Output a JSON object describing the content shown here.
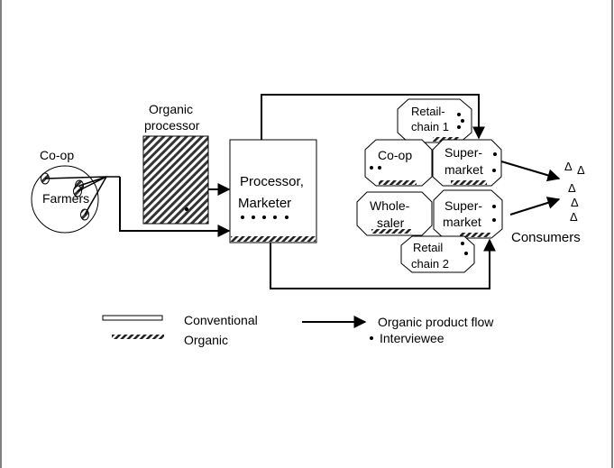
{
  "nodes": {
    "coop": "Co-op",
    "farmers": "Farmers",
    "organic_processor": [
      "Organic",
      "processor"
    ],
    "processor_marketer": [
      "Processor,",
      "Marketer"
    ],
    "retail_chain_1": [
      "Retail-",
      "chain 1"
    ],
    "coop_store": "Co-op",
    "supermarket_1": [
      "Super-",
      "market"
    ],
    "wholesaler": [
      "Whole-",
      "saler"
    ],
    "supermarket_2": [
      "Super-",
      "market"
    ],
    "retail_chain_2": [
      "Retail",
      "chain 2"
    ],
    "consumers": "Consumers",
    "consumer_symbol": "Δ"
  },
  "legend": {
    "conventional": "Conventional",
    "organic": "Organic",
    "organic_flow": "Organic product flow",
    "interviewee": "Interviewee"
  },
  "colors": {
    "line": "#000000",
    "background": "#ffffff",
    "hatch": "#333333"
  }
}
